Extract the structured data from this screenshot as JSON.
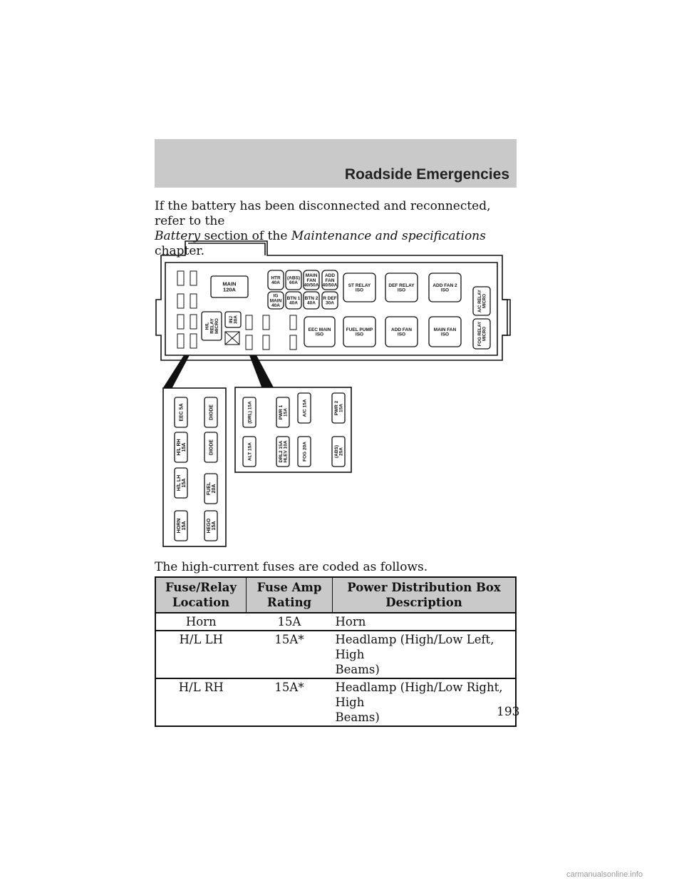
{
  "header": {
    "title": "Roadside Emergencies"
  },
  "intro": {
    "p1": "If the battery has been disconnected and reconnected, refer to the",
    "battery": "Battery",
    "p2": "section of the",
    "chapter": "Maintenance and specifications",
    "p3": "chapter."
  },
  "diagram": {
    "main": [
      "MAIN",
      "120A"
    ],
    "top_fuses": [
      [
        "HTR",
        "40A"
      ],
      [
        "(ABS)",
        "60A"
      ],
      [
        "MAIN",
        "FAN",
        "40/50A"
      ],
      [
        "ADD",
        "FAN",
        "40/50A"
      ]
    ],
    "mid_fuses": [
      [
        "IG",
        "MAIN",
        "40A"
      ],
      [
        "BTN 1",
        "40A"
      ],
      [
        "BTN 2",
        "40A"
      ],
      [
        "R DEF",
        "30A"
      ]
    ],
    "relays": [
      [
        "ST RELAY",
        "ISO"
      ],
      [
        "DEF RELAY",
        "ISO"
      ],
      [
        "ADD FAN 2",
        "ISO"
      ],
      [
        "EEC MAIN",
        "ISO"
      ],
      [
        "FUEL PUMP",
        "ISO"
      ],
      [
        "ADD FAN",
        "ISO"
      ],
      [
        "MAIN FAN",
        "ISO"
      ]
    ],
    "side_relays": [
      [
        "A/C RELAY",
        "MICRO"
      ],
      [
        "FOG RELAY",
        "MICRO"
      ]
    ],
    "hl_relay": [
      "H/L",
      "RELAY",
      "MICRO"
    ],
    "inj": [
      "INJ",
      "30A"
    ],
    "left_detail": [
      [
        "EEC 5A"
      ],
      [
        "H/L RH",
        "15A"
      ],
      [
        "H/L LH",
        "15A"
      ],
      [
        "HORN",
        "15A"
      ],
      [
        "DIODE"
      ],
      [
        "DIODE"
      ],
      [
        "FUEL",
        "20A"
      ],
      [
        "HEGO",
        "15A"
      ]
    ],
    "right_detail": [
      [
        "(DRL) 15A"
      ],
      [
        "ALT 15A"
      ],
      [
        "PWR 1",
        "15A"
      ],
      [
        "DRL2 15A",
        "HLEV 10A"
      ],
      [
        "A/C 15A"
      ],
      [
        "FOG 20A"
      ],
      [
        "PWR 2",
        "15A"
      ],
      [
        "(ABS)",
        "25A"
      ]
    ]
  },
  "caption": "The high-current fuses are coded as follows.",
  "table": {
    "headers": [
      [
        "Fuse/Relay",
        "Location"
      ],
      [
        "Fuse Amp",
        "Rating"
      ],
      [
        "Power Distribution Box",
        "Description"
      ]
    ],
    "rows": [
      [
        "Horn",
        "15A",
        "Horn",
        ""
      ],
      [
        "H/L LH",
        "15A*",
        "Headlamp (High/Low Left, High",
        "Beams)"
      ],
      [
        "H/L RH",
        "15A*",
        "Headlamp (High/Low Right, High",
        "Beams)"
      ]
    ]
  },
  "page_number": "193",
  "watermark": "carmanualsonline.info"
}
